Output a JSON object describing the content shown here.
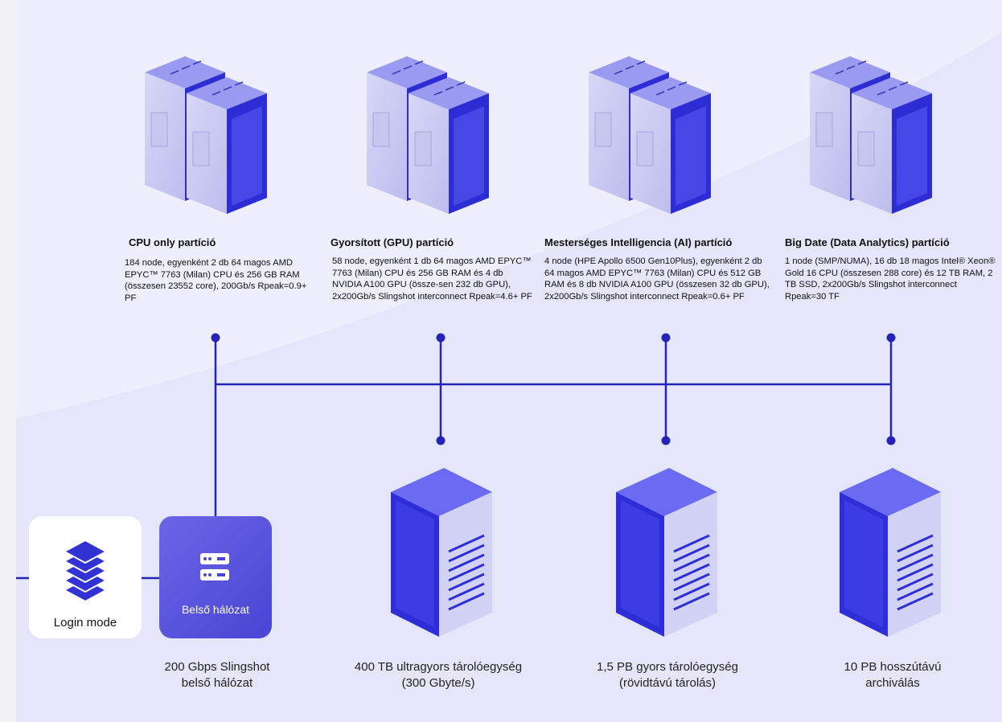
{
  "partitions": [
    {
      "title": "CPU only partíció",
      "description": "184 node, egyenként 2 db 64 magos AMD EPYC™ 7763 (Milan) CPU és 256 GB RAM (összesen 23552 core), 200Gb/s Rpeak=0.9+ PF"
    },
    {
      "title": "Gyorsított (GPU) partíció",
      "description": "58 node, egyenként 1 db 64 magos AMD EPYC™ 7763 (Milan) CPU és 256 GB RAM és 4 db NVIDIA A100 GPU (össze-sen 232 db GPU), 2x200Gb/s Slingshot interconnect Rpeak=4.6+ PF"
    },
    {
      "title": "Mesterséges Intelligencia (AI) partíció",
      "description": "4 node (HPE Apollo 6500 Gen10Plus), egyenként 2 db 64 magos AMD EPYC™ 7763 (Milan) CPU és 512 GB RAM és 8 db NVIDIA A100 GPU (összesen 32 db GPU), 2x200Gb/s Slingshot interconnect Rpeak=0.6+ PF"
    },
    {
      "title": "Big Date (Data Analytics) partíció",
      "description": "1 node (SMP/NUMA), 16 db 18 magos Intel® Xeon® Gold 16 CPU (összesen 288 core) és 12 TB RAM, 2 TB SSD, 2x200Gb/s Slingshot interconnect Rpeak=30 TF"
    }
  ],
  "login": {
    "label": "Login mode"
  },
  "network": {
    "card_label": "Belső hálózat",
    "caption_line1": "200 Gbps Slingshot",
    "caption_line2": "belső hálózat"
  },
  "storage": [
    {
      "line1": "400 TB ultragyors tárolóegység",
      "line2": "(300 Gbyte/s)"
    },
    {
      "line1": "1,5 PB gyors tárolóegység",
      "line2": "(rövidtávú tárolás)"
    },
    {
      "line1": "10 PB hosszútávú",
      "line2": "archiválás"
    }
  ],
  "colors": {
    "line": "#2323b8",
    "server_dark": "#2a2ad0",
    "server_light": "#c9c9f2",
    "card_gradient": [
      "#6b66e6",
      "#4a44d4"
    ]
  },
  "icons": [
    "server-pair-icon",
    "storage-rack-icon",
    "layered-stack-icon",
    "network-device-icon"
  ]
}
